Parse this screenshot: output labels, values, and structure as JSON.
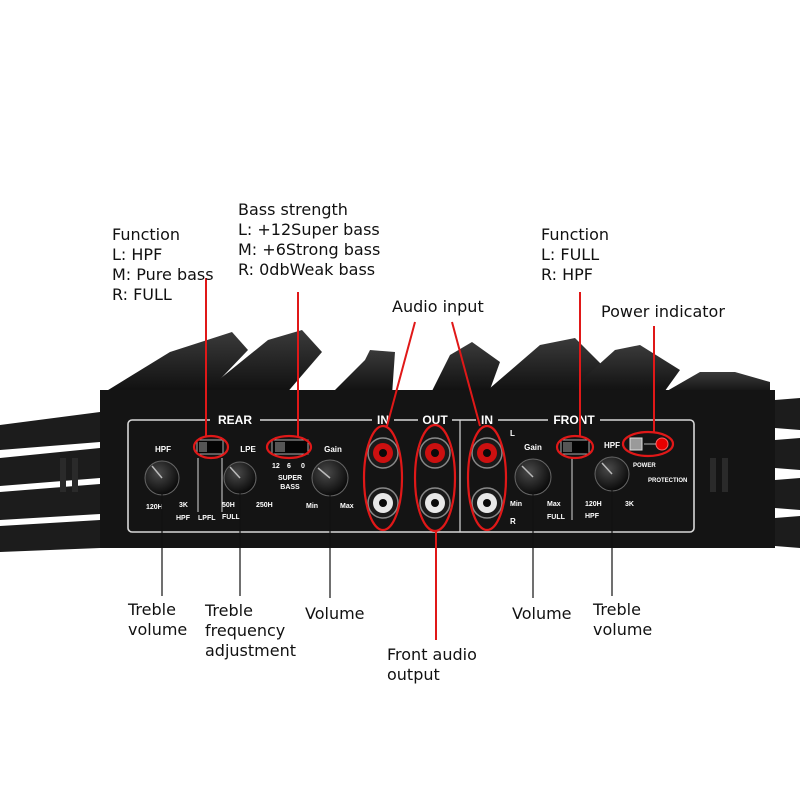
{
  "callouts": {
    "rear_function": {
      "lines": [
        "Function",
        "L: HPF",
        "M: Pure bass",
        "R: FULL"
      ]
    },
    "bass_strength": {
      "lines": [
        "Bass strength",
        "L: +12Super bass",
        "M: +6Strong bass",
        "R: 0dbWeak bass"
      ]
    },
    "audio_input": {
      "lines": [
        "Audio input"
      ]
    },
    "front_function": {
      "lines": [
        "Function",
        "L: FULL",
        "R: HPF"
      ]
    },
    "power_indicator": {
      "lines": [
        "Power indicator"
      ]
    },
    "rear_treble_volume": {
      "lines": [
        "Treble",
        "volume"
      ]
    },
    "treble_frequency": {
      "lines": [
        "Treble",
        "frequency",
        "adjustment"
      ]
    },
    "rear_volume": {
      "lines": [
        "Volume"
      ]
    },
    "front_audio_output": {
      "lines": [
        "Front audio",
        "output"
      ]
    },
    "front_volume": {
      "lines": [
        "Volume"
      ]
    },
    "front_treble_volume": {
      "lines": [
        "Treble",
        "volume"
      ]
    }
  },
  "panel": {
    "rear": "REAR",
    "front": "FRONT",
    "in_left": "IN",
    "out": "OUT",
    "in_right": "IN",
    "rear_hpf": "HPF",
    "rear_120h": "120H",
    "rear_3k": "3K",
    "rear_hpf_sub": "HPF",
    "rear_lpfl": "LPFL",
    "lpe": "LPE",
    "lpe_50h": "50H",
    "lpe_full": "FULL",
    "lpe_250h": "250H",
    "sb_12": "12",
    "sb_6": "6",
    "sb_0": "0",
    "super": "SUPER",
    "bass": "BASS",
    "rear_gain": "Gain",
    "rear_min": "Min",
    "rear_max": "Max",
    "l": "L",
    "r": "R",
    "front_gain": "Gain",
    "front_min": "Min",
    "front_max": "Max",
    "front_full": "FULL",
    "front_hpf": "HPF",
    "front_120h": "120H",
    "front_hpf_sub": "HPF",
    "front_3k": "3K",
    "power": "POWER",
    "protection": "PROTECTION"
  },
  "colors": {
    "annotation_red": "#e01818",
    "led_red": "#e80000",
    "rca_red": "#cc1010",
    "chassis": "#141414",
    "panel_line": "#d8d8d8"
  }
}
